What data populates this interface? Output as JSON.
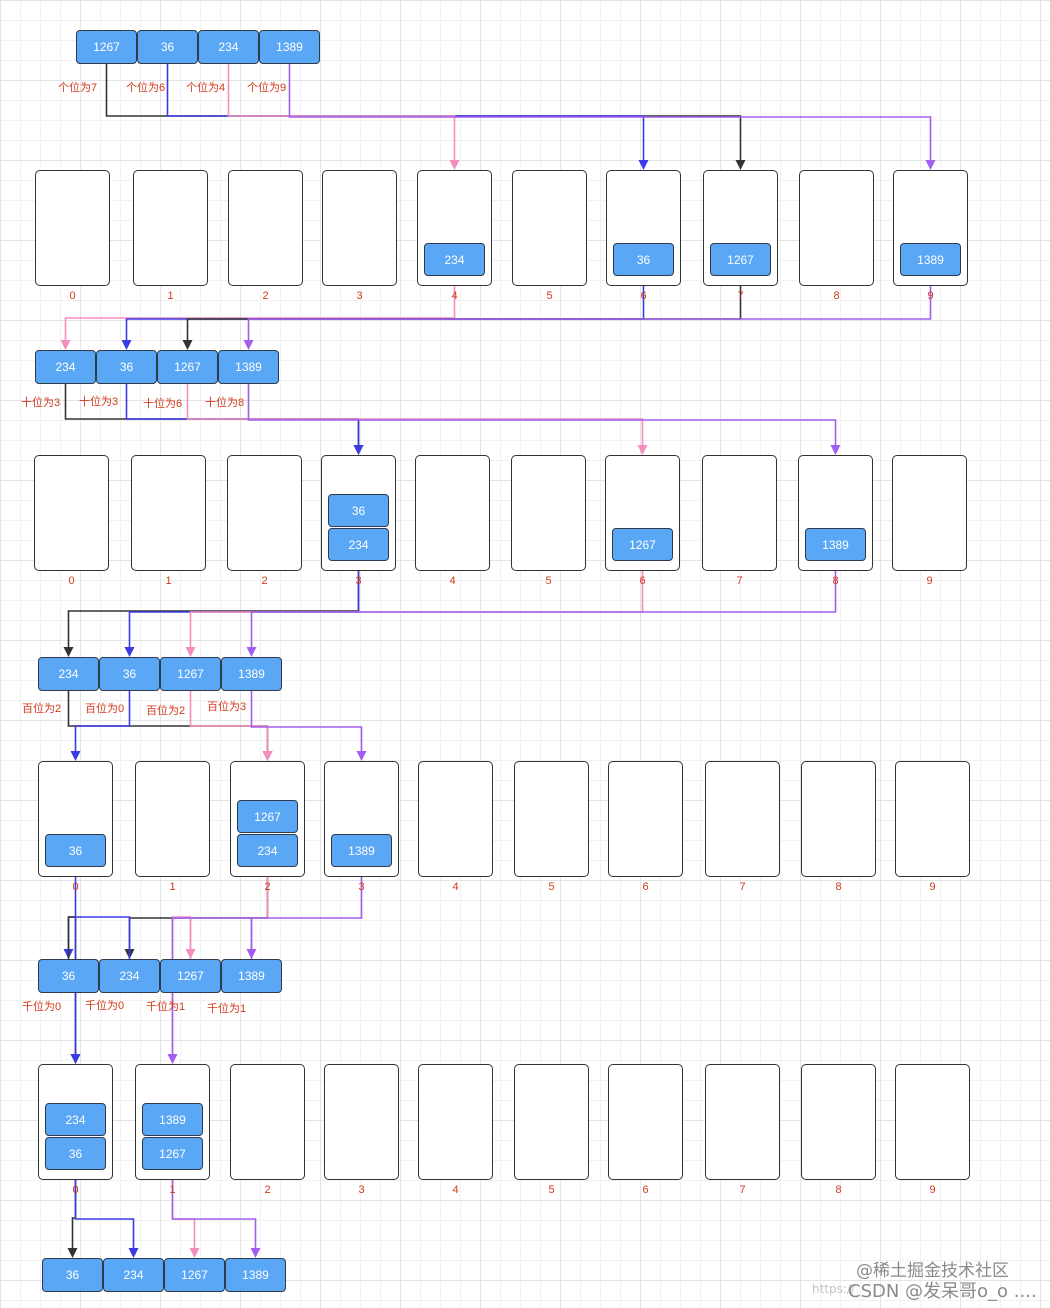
{
  "colors": {
    "digit_label": "#d23a1c",
    "cell_fill": "#5aa7f5",
    "arrow_black": "#333333",
    "arrow_blue": "#3b3be6",
    "arrow_pink": "#f48fbd",
    "arrow_purple": "#a25ef0"
  },
  "bucket_indices": [
    "0",
    "1",
    "2",
    "3",
    "4",
    "5",
    "6",
    "7",
    "8",
    "9"
  ],
  "rows": [
    [
      "1267",
      "36",
      "234",
      "1389"
    ],
    [
      "234",
      "36",
      "1267",
      "1389"
    ],
    [
      "234",
      "36",
      "1267",
      "1389"
    ],
    [
      "36",
      "234",
      "1267",
      "1389"
    ],
    [
      "36",
      "234",
      "1267",
      "1389"
    ]
  ],
  "passes": [
    {
      "labels": [
        "个位为7",
        "个位为6",
        "个位为4",
        "个位为9"
      ],
      "buckets": [
        [],
        [],
        [],
        [],
        [
          "234"
        ],
        [],
        [
          "36"
        ],
        [
          "1267"
        ],
        [],
        [
          "1389"
        ]
      ]
    },
    {
      "labels": [
        "十位为3",
        "十位为3",
        "十位为6",
        "十位为8"
      ],
      "buckets": [
        [],
        [],
        [],
        [
          "36",
          "234"
        ],
        [],
        [],
        [
          "1267"
        ],
        [],
        [
          "1389"
        ],
        []
      ]
    },
    {
      "labels": [
        "百位为2",
        "百位为0",
        "百位为2",
        "百位为3"
      ],
      "buckets": [
        [
          "36"
        ],
        [],
        [
          "1267",
          "234"
        ],
        [
          "1389"
        ],
        [],
        [],
        [],
        [],
        [],
        []
      ]
    },
    {
      "labels": [
        "千位为0",
        "千位为0",
        "千位为1",
        "千位为1"
      ],
      "buckets": [
        [
          "234",
          "36"
        ],
        [
          "1389",
          "1267"
        ],
        [],
        [],
        [],
        [],
        [],
        [],
        [],
        []
      ]
    }
  ],
  "watermark": {
    "line1": "@稀土掘金技术社区",
    "line2": "CSDN @发呆哥o_o ....",
    "faint": "https://"
  }
}
